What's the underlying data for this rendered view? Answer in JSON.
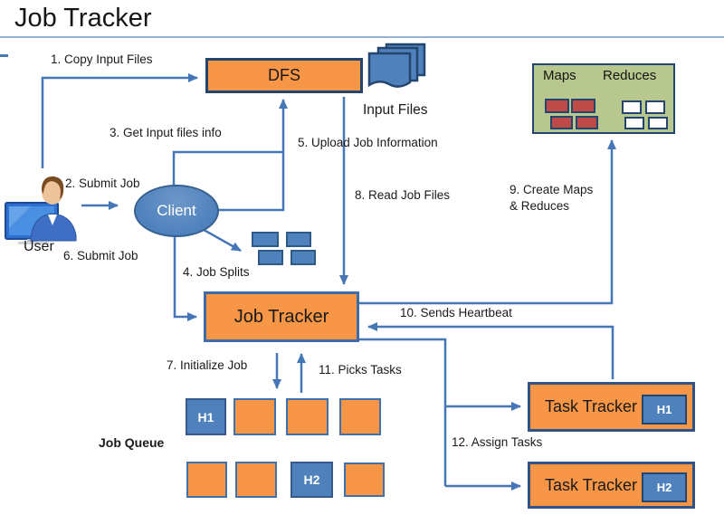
{
  "title": "Job Tracker",
  "nodes": {
    "dfs": {
      "label": "DFS"
    },
    "input_files": {
      "label": "Input Files"
    },
    "maps_reduces": {
      "maps_label": "Maps",
      "reduces_label": "Reduces",
      "map_slots": 4,
      "reduce_slots": 4
    },
    "user": {
      "label": "User"
    },
    "client": {
      "label": "Client"
    },
    "job_tracker": {
      "label": "Job Tracker"
    },
    "job_queue": {
      "label": "Job Queue",
      "row1": [
        "H1",
        "",
        "",
        ""
      ],
      "row2": [
        "",
        "",
        "H2",
        ""
      ]
    },
    "task_tracker_1": {
      "label": "Task Tracker",
      "badge": "H1"
    },
    "task_tracker_2": {
      "label": "Task Tracker",
      "badge": "H2"
    }
  },
  "steps": [
    {
      "label": "1. Copy Input Files"
    },
    {
      "label": "2. Submit Job"
    },
    {
      "label": "3. Get Input files info"
    },
    {
      "label": "4. Job Splits"
    },
    {
      "label": "5. Upload Job Information"
    },
    {
      "label": "6. Submit Job"
    },
    {
      "label": "7. Initialize Job"
    },
    {
      "label": "8. Read Job Files"
    },
    {
      "label": "9. Create Maps & Reduces"
    },
    {
      "label": "10. Sends Heartbeat"
    },
    {
      "label": "11. Picks Tasks"
    },
    {
      "label": "12. Assign Tasks"
    }
  ],
  "colors": {
    "process_fill": "#F79646",
    "blue_fill": "#4F81BD",
    "green_fill": "#B8C78D",
    "map_slot_fill": "#BE4B48",
    "reduce_slot_fill": "#FFFFFF",
    "border_navy": "#24466E",
    "arrow": "#4576B5",
    "divider": "#95B3D7"
  }
}
